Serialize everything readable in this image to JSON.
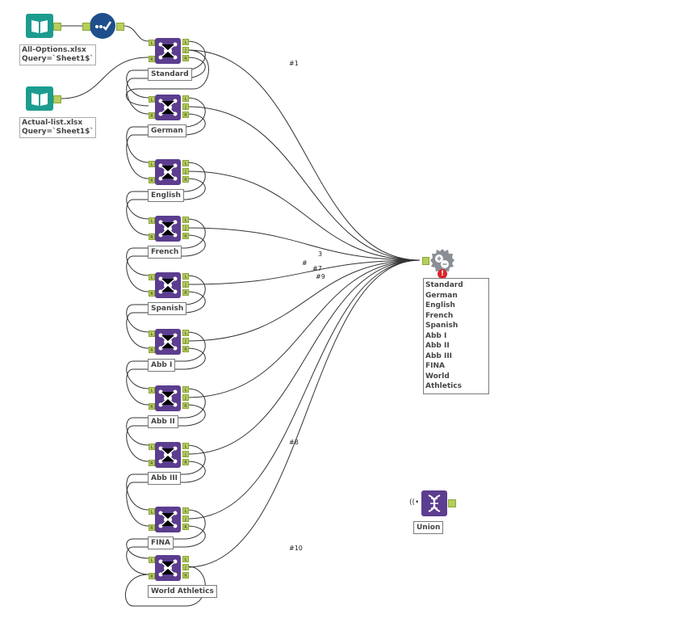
{
  "inputs": [
    {
      "file": "All-Options.xlsx",
      "query": "Query=`Sheet1$`"
    },
    {
      "file": "Actual-list.xlsx",
      "query": "Query=`Sheet1$`"
    }
  ],
  "joins": [
    {
      "label": "Standard"
    },
    {
      "label": "German"
    },
    {
      "label": "English"
    },
    {
      "label": "French"
    },
    {
      "label": "Spanish"
    },
    {
      "label": "Abb I"
    },
    {
      "label": "Abb II"
    },
    {
      "label": "Abb III"
    },
    {
      "label": "FINA"
    },
    {
      "label": "World Athletics"
    }
  ],
  "anchor_letters": {
    "left": "L",
    "join": "J",
    "right": "R"
  },
  "connection_labels": [
    "#1",
    "#8",
    "#10",
    "#7",
    "#9",
    "#",
    "3"
  ],
  "union_summary": [
    "Standard",
    "German",
    "English",
    "French",
    "Spanish",
    "Abb I",
    "Abb II",
    "Abb III",
    "FINA",
    "World Athletics"
  ],
  "loose_tool": {
    "label": "Union"
  },
  "colors": {
    "input": "#1c9c8f",
    "select": "#1e4f8c",
    "join": "#5c3d8f",
    "union": "#8a8f96",
    "anchor": "#b5cf5a",
    "error": "#d9262c"
  },
  "icons": {
    "input": "book-icon",
    "select": "checkmark-icon",
    "join": "join-icon",
    "union": "union-icon",
    "loose": "dna-icon"
  }
}
